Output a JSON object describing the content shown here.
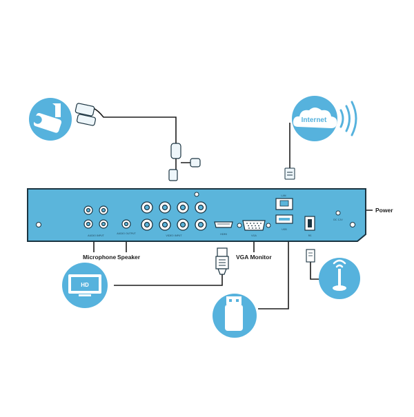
{
  "labels": {
    "microphone": "Microphone",
    "speaker": "Speaker",
    "vga_monitor": "VGA Monitor",
    "power": "Power"
  },
  "icons": {
    "internet_text": "Internet",
    "hd_text": "HD"
  },
  "panel": {
    "audio_input": "AUDIO INPUT",
    "audio_output": "AUDIO OUTPUT",
    "video_input": "VIDEO INPUT",
    "hdmi": "HDMI",
    "vga": "VGA",
    "lan": "LAN",
    "usb": "USB",
    "rs": "RS",
    "dc": "DC 12V"
  },
  "colors": {
    "device_fill": "#5bb5db",
    "icon_fill": "#56b2dd",
    "outline": "#1a3340",
    "line": "#1a1a1a"
  }
}
